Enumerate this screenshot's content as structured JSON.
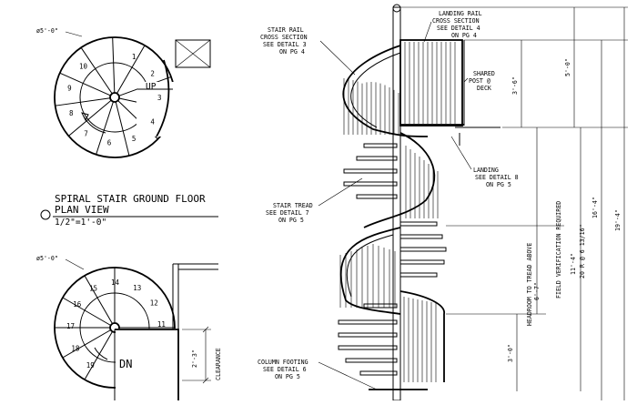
{
  "plan_upper": {
    "diameter": "ø5'-0\"",
    "tread_numbers": [
      "1",
      "2",
      "3",
      "4",
      "5",
      "6",
      "7",
      "8",
      "9",
      "10"
    ],
    "direction": "UP"
  },
  "plan_title": {
    "line1": "SPIRAL STAIR GROUND FLOOR",
    "line2": "PLAN VIEW",
    "scale": "1/2\"=1'-0\""
  },
  "plan_lower": {
    "diameter": "ø5'-0\"",
    "tread_numbers": [
      "11",
      "12",
      "13",
      "14",
      "15",
      "16",
      "17",
      "18",
      "19"
    ],
    "direction": "DN",
    "clearance_dim": "2'-3\"",
    "clearance_label": "CLEARANCE"
  },
  "callouts": {
    "stair_rail": [
      "STAIR RAIL",
      "CROSS SECTION",
      "SEE DETAIL 3",
      "ON PG 4"
    ],
    "landing_rail": [
      "LANDING RAIL",
      "CROSS SECTION",
      "SEE DETAIL 4",
      "ON PG 4"
    ],
    "shared_post": [
      "SHARED",
      "POST @",
      "DECK"
    ],
    "landing": [
      "LANDING",
      "SEE DETAIL 8",
      "ON PG 5"
    ],
    "stair_tread": [
      "STAIR TREAD",
      "SEE DETAIL 7",
      "ON PG 5"
    ],
    "column_footing": [
      "COLUMN FOOTING",
      "SEE DETAIL 6",
      "ON PG 5"
    ]
  },
  "dimensions": {
    "rail_height": "3'-6\"",
    "top_clear": "5'-0\"",
    "headroom_label": "HEADROOM TO TREAD ABOVE",
    "headroom_value": "6'-7\"",
    "bottom_rail": "3'-0\"",
    "field_verification": "FIELD VERIFICATION REQUIRED",
    "rise_total": "11'-4\"",
    "rise_detail": "20 R @ 6 13/16\"",
    "height_1": "16'-4\"",
    "height_2": "19'-4\""
  }
}
